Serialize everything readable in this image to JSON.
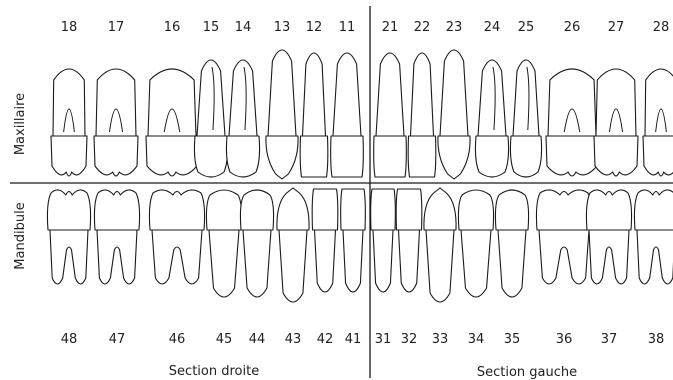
{
  "labels": {
    "upper_jaw": "Maxillaire",
    "lower_jaw": "Mandibule",
    "right_section": "Section droite",
    "left_section": "Section gauche"
  },
  "upper_teeth": [
    {
      "num": "18",
      "type": "molar"
    },
    {
      "num": "17",
      "type": "molar"
    },
    {
      "num": "16",
      "type": "molar"
    },
    {
      "num": "15",
      "type": "premolar"
    },
    {
      "num": "14",
      "type": "premolar"
    },
    {
      "num": "13",
      "type": "canine"
    },
    {
      "num": "12",
      "type": "incisor"
    },
    {
      "num": "11",
      "type": "incisor"
    },
    {
      "num": "21",
      "type": "incisor"
    },
    {
      "num": "22",
      "type": "incisor"
    },
    {
      "num": "23",
      "type": "canine"
    },
    {
      "num": "24",
      "type": "premolar"
    },
    {
      "num": "25",
      "type": "premolar"
    },
    {
      "num": "26",
      "type": "molar"
    },
    {
      "num": "27",
      "type": "molar"
    },
    {
      "num": "28",
      "type": "molar"
    }
  ],
  "lower_teeth": [
    {
      "num": "48",
      "type": "molar"
    },
    {
      "num": "47",
      "type": "molar"
    },
    {
      "num": "46",
      "type": "molar"
    },
    {
      "num": "45",
      "type": "premolar"
    },
    {
      "num": "44",
      "type": "premolar"
    },
    {
      "num": "43",
      "type": "canine"
    },
    {
      "num": "42",
      "type": "incisor"
    },
    {
      "num": "41",
      "type": "incisor"
    },
    {
      "num": "31",
      "type": "incisor"
    },
    {
      "num": "32",
      "type": "incisor"
    },
    {
      "num": "33",
      "type": "canine"
    },
    {
      "num": "34",
      "type": "premolar"
    },
    {
      "num": "35",
      "type": "premolar"
    },
    {
      "num": "36",
      "type": "molar"
    },
    {
      "num": "37",
      "type": "molar"
    },
    {
      "num": "38",
      "type": "molar"
    }
  ]
}
